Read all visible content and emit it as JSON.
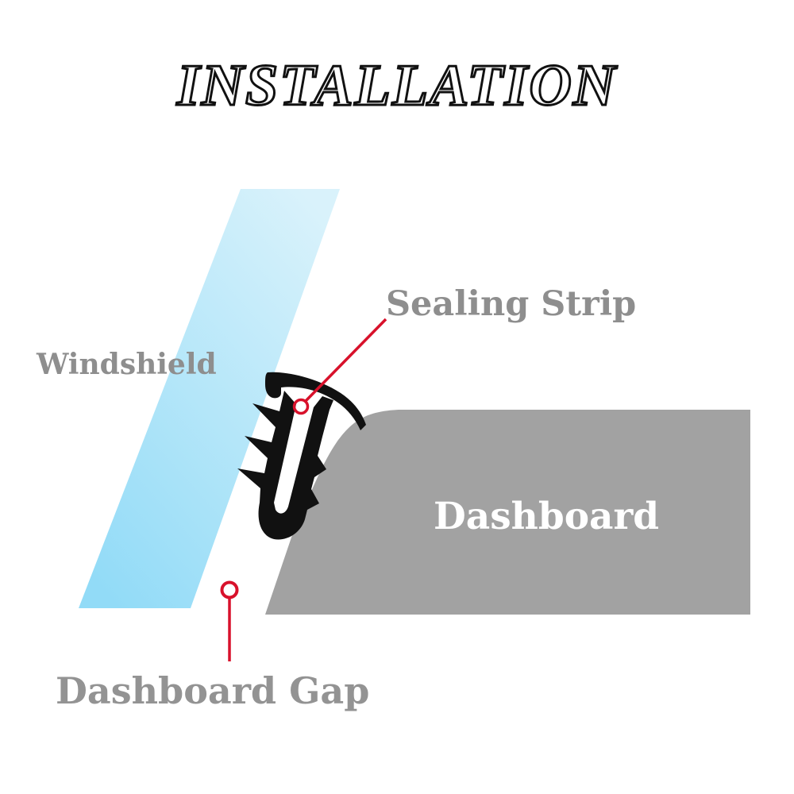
{
  "title": "INSTALLATION",
  "labels": {
    "windshield": "Windshield",
    "sealing_strip": "Sealing Strip",
    "dashboard": "Dashboard",
    "dashboard_gap": "Dashboard Gap"
  },
  "colors": {
    "background": "#ffffff",
    "glass_gradient_light": "#d9f2fb",
    "glass_gradient_dark": "#92dbf7",
    "dashboard_gray": "#a2a2a2",
    "strip_black": "#111111",
    "annotation_red": "#d8112b",
    "label_gray": "#8e8e8e",
    "dashboard_label_white": "#ffffff",
    "title_fill": "#ffffff",
    "title_outline": "#111111"
  }
}
